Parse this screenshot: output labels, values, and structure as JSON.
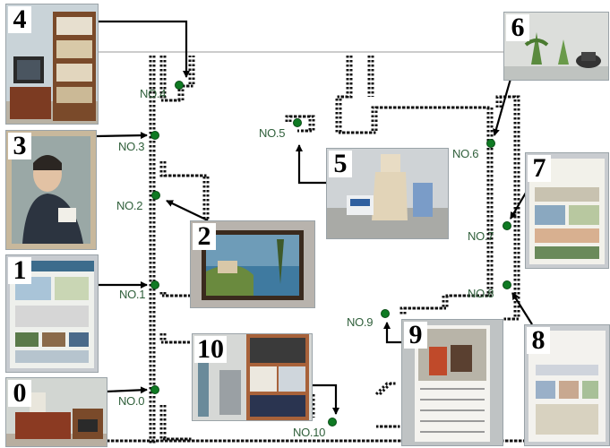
{
  "photos": [
    {
      "id": "0",
      "number": "0"
    },
    {
      "id": "1",
      "number": "1"
    },
    {
      "id": "2",
      "number": "2"
    },
    {
      "id": "3",
      "number": "3"
    },
    {
      "id": "4",
      "number": "4"
    },
    {
      "id": "5",
      "number": "5"
    },
    {
      "id": "6",
      "number": "6"
    },
    {
      "id": "7",
      "number": "7"
    },
    {
      "id": "8",
      "number": "8"
    },
    {
      "id": "9",
      "number": "9"
    },
    {
      "id": "10",
      "number": "10"
    }
  ],
  "waypoints": [
    {
      "id": "0",
      "label": "NO.0"
    },
    {
      "id": "1",
      "label": "NO.1"
    },
    {
      "id": "2",
      "label": "NO.2"
    },
    {
      "id": "3",
      "label": "NO.3"
    },
    {
      "id": "4",
      "label": "NO.4"
    },
    {
      "id": "5",
      "label": "NO.5"
    },
    {
      "id": "6",
      "label": "NO.6"
    },
    {
      "id": "7",
      "label": "NO.7"
    },
    {
      "id": "8",
      "label": "NO.8"
    },
    {
      "id": "9",
      "label": "NO.9"
    },
    {
      "id": "10",
      "label": "NO.10"
    }
  ],
  "colors": {
    "waypoint": "#0f7a23",
    "label": "#2f5f3a",
    "wall_dots": "#111111",
    "arrow": "#000000"
  }
}
